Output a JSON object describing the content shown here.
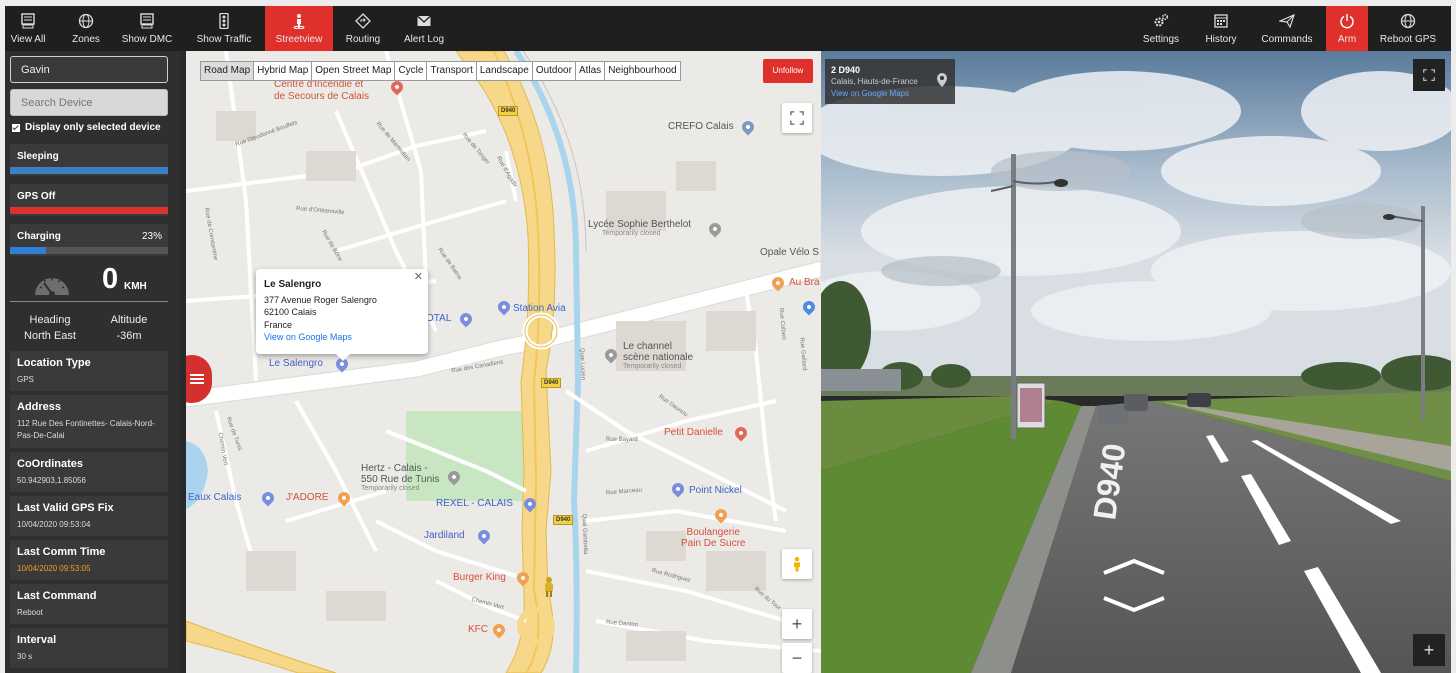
{
  "toolbar": {
    "left": [
      {
        "id": "view-all",
        "label": "View All",
        "icon": "monitor-icon"
      },
      {
        "id": "zones",
        "label": "Zones",
        "icon": "globe-icon"
      },
      {
        "id": "show-dmc",
        "label": "Show DMC",
        "icon": "monitor-icon"
      },
      {
        "id": "show-traffic",
        "label": "Show Traffic",
        "icon": "traffic-light-icon"
      },
      {
        "id": "streetview",
        "label": "Streetview",
        "icon": "pegman-icon"
      },
      {
        "id": "routing",
        "label": "Routing",
        "icon": "route-icon"
      },
      {
        "id": "alert-log",
        "label": "Alert Log",
        "icon": "envelope-icon"
      }
    ],
    "right": [
      {
        "id": "settings",
        "label": "Settings",
        "icon": "gears-icon"
      },
      {
        "id": "history",
        "label": "History",
        "icon": "calendar-icon"
      },
      {
        "id": "commands",
        "label": "Commands",
        "icon": "paper-plane-icon"
      },
      {
        "id": "arm",
        "label": "Arm",
        "icon": "power-icon"
      },
      {
        "id": "reboot-gps",
        "label": "Reboot GPS",
        "icon": "globe-icon"
      }
    ],
    "active_color": "#e0302c"
  },
  "sidebar": {
    "device_value": "Gavin",
    "search_placeholder": "Search Device",
    "display_only_label": "Display only selected device",
    "statuses": [
      {
        "label": "Sleeping",
        "color": "#3b7fc4",
        "level": 1.0
      },
      {
        "label": "GPS Off",
        "color": "#d9322f",
        "level": 1.0
      },
      {
        "label": "Charging",
        "percent": "23%",
        "color": "#2f7fd6",
        "level": 0.23
      }
    ],
    "speed": {
      "value": "0",
      "unit": "KMH"
    },
    "heading": {
      "label": "Heading",
      "value": "North East"
    },
    "altitude": {
      "label": "Altitude",
      "value": "-36m"
    },
    "info": [
      {
        "title": "Location Type",
        "value": "GPS"
      },
      {
        "title": "Address",
        "value": "112 Rue Des Fontinettes- Calais-Nord-Pas-De-Calai"
      },
      {
        "title": "CoOrdinates",
        "value": "50.942903,1.85056"
      },
      {
        "title": "Last Valid GPS Fix",
        "value": "10/04/2020 09:53:04"
      },
      {
        "title": "Last Comm Time",
        "value": "10/04/2020 09:53:05",
        "value_color": "#f0a020"
      },
      {
        "title": "Last Command",
        "value": "Reboot"
      },
      {
        "title": "Interval",
        "value": "30 s"
      }
    ]
  },
  "map": {
    "layers": [
      "Road Map",
      "Hybrid Map",
      "Open Street Map",
      "Cycle",
      "Transport",
      "Landscape",
      "Outdoor",
      "Atlas",
      "Neighbourhood"
    ],
    "selected_layer": "Road Map",
    "unfollow_label": "Unfollow",
    "popup": {
      "title": "Le Salengro",
      "line1": "377 Avenue Roger Salengro",
      "line2": "62100 Calais",
      "line3": "France",
      "link": "View on Google Maps"
    },
    "pois": {
      "centre": "Centre d'Incendie et",
      "centre2": "de Secours de Calais",
      "crefo": "CREFO Calais",
      "lycee": "Lycée Sophie Berthelot",
      "lycee_sub": "Temporarily closed",
      "opale": "Opale Vélo S",
      "aubra": "Au Bra",
      "station": "Station Avia",
      "otal": "OTAL",
      "channel1": "Le channel",
      "channel2": "scène nationale",
      "channel_sub": "Temporarily closed",
      "salengro": "Le Salengro",
      "petit": "Petit Danielle",
      "hertz1": "Hertz - Calais -",
      "hertz2": "550 Rue de Tunis",
      "hertz_sub": "Temporarily closed",
      "eaux": "Eaux Calais",
      "jadore": "J'ADORE",
      "rexel": "REXEL - CALAIS",
      "point": "Point Nickel",
      "boul1": "Boulangerie",
      "boul2": "Pain De Sucre",
      "jardiland": "Jardiland",
      "burger": "Burger King",
      "kfc": "KFC"
    },
    "streets": {
      "s1": "Rue Dieudonné Bouffets",
      "s2": "Rue de Marmottan",
      "s3": "Rue de Tanger",
      "s4": "Rue d'Agadir",
      "s5": "Rue d'Orléansville",
      "s6": "Rue de Constantine",
      "s7": "Rue de Bône",
      "s8": "Rue de Batna",
      "s9": "Rue des Canadiens",
      "s10": "Quai Lucien",
      "s11": "Rue Bayard",
      "s12": "Rue de Tunis",
      "s13": "Chemin Vert",
      "s14": "Rue Marceau",
      "s15": "Rue Daunou",
      "s16": "Rue Danton",
      "s17": "Rue Colbert",
      "s18": "Quai Gambetta",
      "s19": "Rue Rodriguez",
      "s20": "Chemin Vert",
      "s21": "Rue du Tour",
      "s22": "Rue Gaillard"
    },
    "shields": {
      "d1": "D940",
      "d2": "D940",
      "d3": "D940"
    }
  },
  "streetview": {
    "road": "2 D940",
    "location": "Calais, Hauts-de-France",
    "link": "View on Google Maps",
    "road_marking": "D940"
  }
}
